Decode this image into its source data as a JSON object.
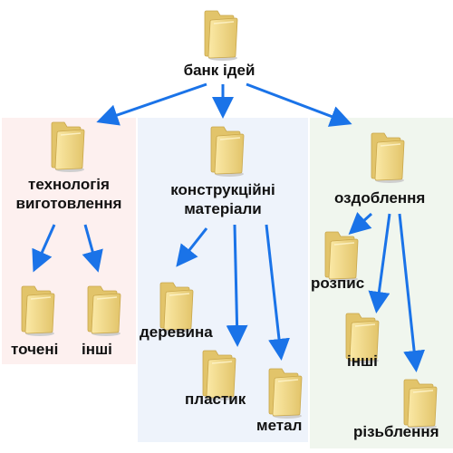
{
  "nodes": {
    "root": "банк ідей",
    "technology": "технологія виготовлення",
    "turned": "точені",
    "tech_other": "інші",
    "materials": "конструкційні матеріали",
    "wood": "деревина",
    "plastic": "пластик",
    "metal": "метал",
    "decoration": "оздоблення",
    "painting": "розпис",
    "decor_other": "інші",
    "carving": "різьблення"
  },
  "colors": {
    "arrow": "#1a73e8",
    "folder_light": "#fbe9a6",
    "folder_dark": "#e2c46a",
    "panel_left": "#fdf0ef",
    "panel_mid": "#eef3fb",
    "panel_right": "#f0f6ee"
  },
  "icon": "folder-icon"
}
